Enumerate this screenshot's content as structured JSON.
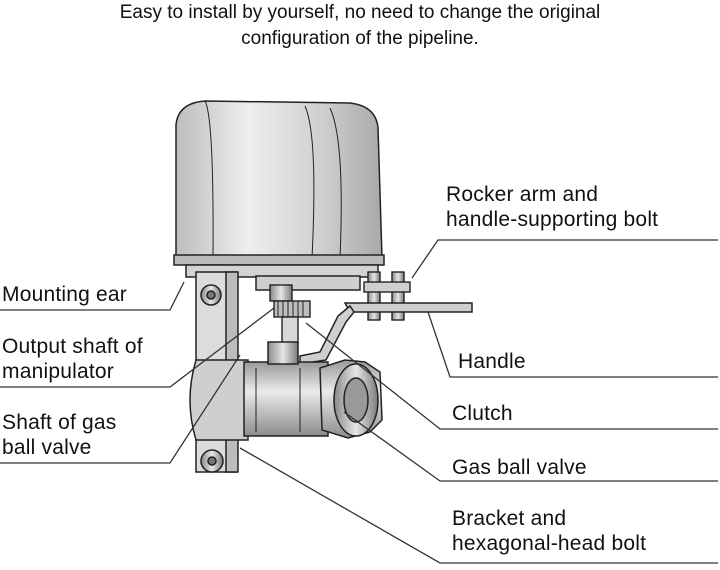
{
  "caption": {
    "line1": "Easy to install by yourself, no need to change the original",
    "line2": "configuration of the pipeline."
  },
  "labels": {
    "rocker_arm_line1": "Rocker arm and",
    "rocker_arm_line2": "handle-supporting bolt",
    "mounting_ear": "Mounting ear",
    "output_shaft_line1": "Output shaft of",
    "output_shaft_line2": "manipulator",
    "handle": "Handle",
    "shaft_line1": "Shaft of gas",
    "shaft_line2": "ball valve",
    "clutch": "Clutch",
    "gas_ball_valve": "Gas ball valve",
    "bracket_line1": "Bracket and",
    "bracket_line2": "hexagonal-head bolt"
  },
  "colors": {
    "line": "#333333",
    "cap_fill": "#d9d9d9",
    "body_fill": "#c8c8c8"
  }
}
